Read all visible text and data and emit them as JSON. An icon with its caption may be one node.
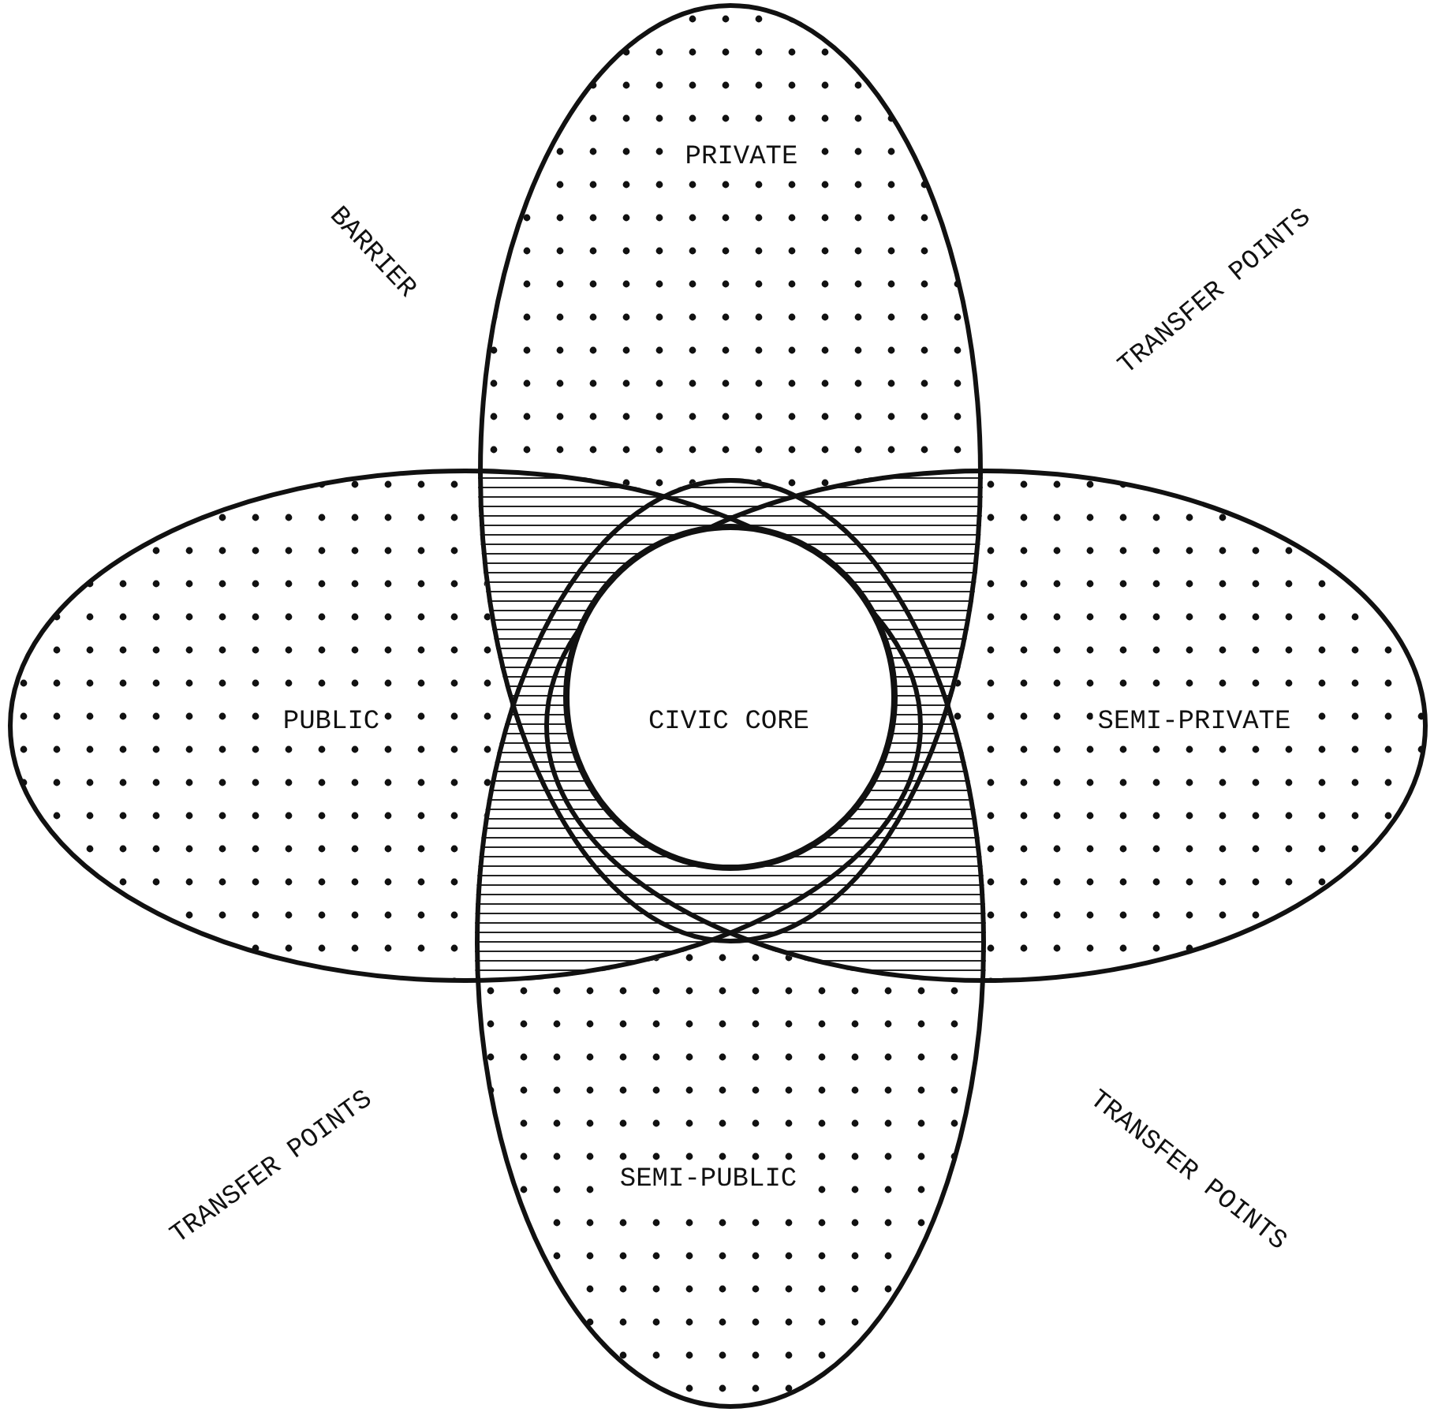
{
  "diagram": {
    "nodes": [
      {
        "text": [
          "PRIVATE"
        ]
      },
      {
        "text": [
          "PUBLIC"
        ]
      },
      {
        "text": [
          "CIVIC CORE"
        ]
      },
      {
        "text": [
          "SEMI-PRIVATE"
        ]
      },
      {
        "text": [
          "SEMI-PUBLIC"
        ]
      }
    ],
    "labels": [
      "BARRIER",
      "TRANSFER POINTS",
      "TRANSFER POINTS",
      "TRANSFER POINTS"
    ]
  }
}
